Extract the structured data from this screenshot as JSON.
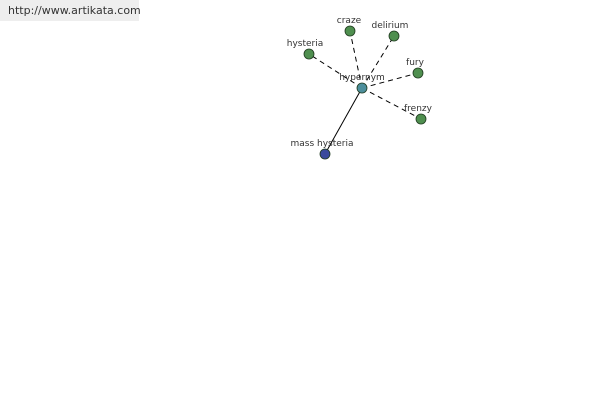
{
  "banner": {
    "url_text": "http://www.artikata.com"
  },
  "graph": {
    "colors": {
      "center_node": "#4d8f9c",
      "related_node": "#4f8f4f",
      "root_node": "#3a4a9c",
      "node_stroke": "#1f3a1f",
      "edge": "#000000",
      "background": "#ffffff",
      "banner_bg": "#eeeeee"
    },
    "center": {
      "id": "hypernym",
      "label": "hypernym"
    },
    "nodes": [
      {
        "id": "craze",
        "label": "craze",
        "kind": "related"
      },
      {
        "id": "delirium",
        "label": "delirium",
        "kind": "related"
      },
      {
        "id": "hysteria",
        "label": "hysteria",
        "kind": "related"
      },
      {
        "id": "fury",
        "label": "fury",
        "kind": "related"
      },
      {
        "id": "frenzy",
        "label": "frenzy",
        "kind": "related"
      },
      {
        "id": "mass-hysteria",
        "label": "mass hysteria",
        "kind": "root"
      }
    ],
    "edges": [
      {
        "from": "hypernym",
        "to": "craze",
        "style": "dashed"
      },
      {
        "from": "hypernym",
        "to": "delirium",
        "style": "dashed"
      },
      {
        "from": "hypernym",
        "to": "hysteria",
        "style": "dashed"
      },
      {
        "from": "hypernym",
        "to": "fury",
        "style": "dashed"
      },
      {
        "from": "hypernym",
        "to": "frenzy",
        "style": "dashed"
      },
      {
        "from": "hypernym",
        "to": "mass-hysteria",
        "style": "solid"
      }
    ]
  }
}
